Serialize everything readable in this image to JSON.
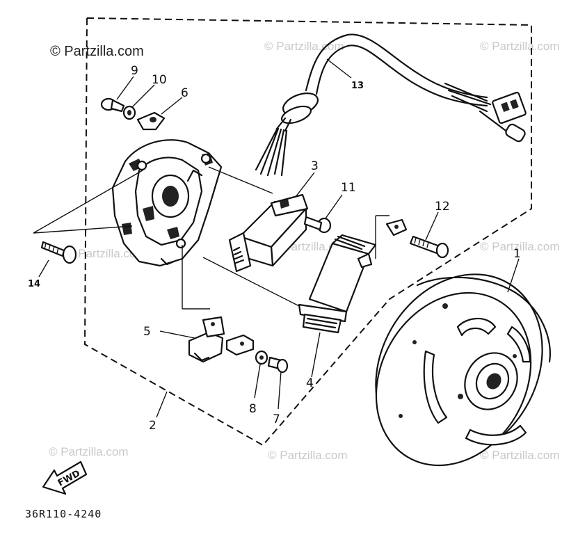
{
  "copyright": "© Partzilla.com",
  "watermark": "© Partzilla.com",
  "reference_code": "36R110-4240",
  "fwd_label": "FWD",
  "callouts": {
    "c1": "1",
    "c2": "2",
    "c3": "3",
    "c4": "4",
    "c5": "5",
    "c6": "6",
    "c7": "7",
    "c8": "8",
    "c9": "9",
    "c10": "10",
    "c11": "11",
    "c12": "12",
    "c13": "13",
    "c14": "14"
  }
}
